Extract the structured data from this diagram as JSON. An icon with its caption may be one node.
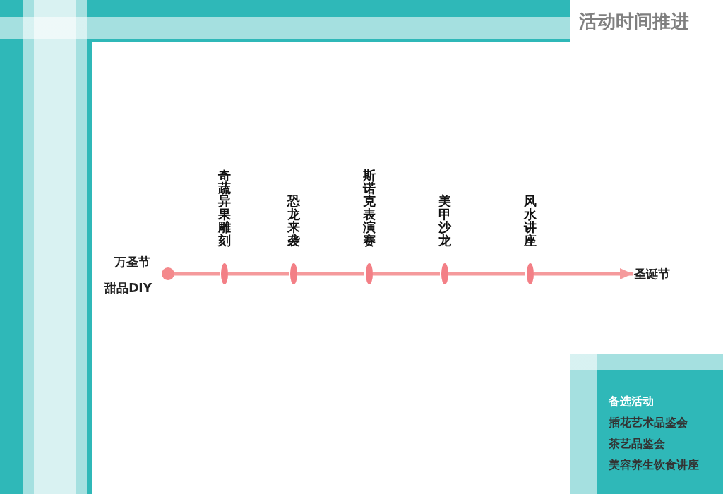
{
  "diagram": {
    "title": "活动时间推进",
    "nodes": [
      {
        "text": [],
        "shape": "circle",
        "beside": [
          "万圣节",
          "甜品DIY"
        ]
      },
      {
        "text": [],
        "shape": "ellipse",
        "beside": [
          "奇蔬异果雕刻"
        ]
      },
      {
        "text": [],
        "shape": "ellipse",
        "beside": [
          "恐龙来袭"
        ]
      },
      {
        "text": [],
        "shape": "ellipse",
        "beside": [
          "斯诺克表演赛"
        ]
      },
      {
        "text": [],
        "shape": "ellipse",
        "beside": [
          "美甲沙龙"
        ]
      },
      {
        "text": [],
        "shape": "ellipse",
        "beside": [
          "风水讲座"
        ]
      },
      {
        "text": [
          "圣诞节"
        ]
      },
      {
        "text": [
          "备选活动",
          "插花艺术品鉴会",
          "茶艺品鉴会",
          "美容养生饮食讲座"
        ]
      }
    ],
    "edges": [
      {
        "from": 0,
        "to": 1,
        "arrow": "none"
      },
      {
        "from": 1,
        "to": 2,
        "arrow": "none"
      },
      {
        "from": 2,
        "to": 3,
        "arrow": "none"
      },
      {
        "from": 3,
        "to": 4,
        "arrow": "none"
      },
      {
        "from": 4,
        "to": 5,
        "arrow": "none"
      },
      {
        "from": 5,
        "to": 6,
        "arrow": "to"
      }
    ]
  }
}
